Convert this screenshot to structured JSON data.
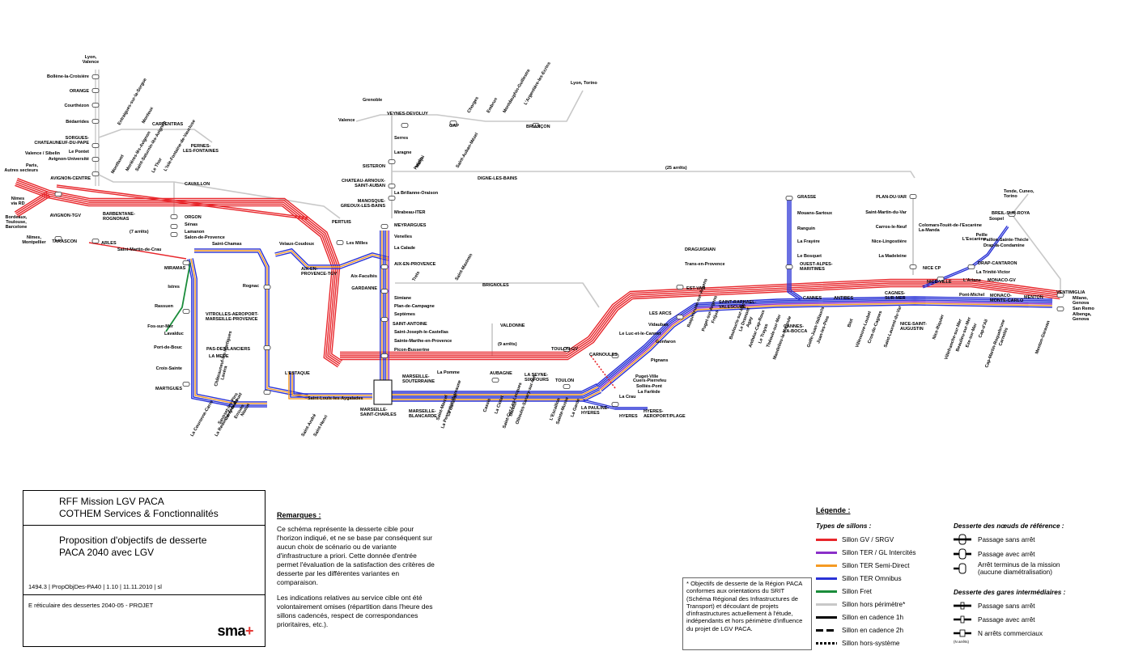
{
  "stations": {
    "lyon_valence": "Lyon,\nValence",
    "bollene": "Bollène-la-Croisière",
    "orange": "ORANGE",
    "courthezon": "Courthézon",
    "bedarrides": "Bédarrides",
    "sorgues": "SORGUES-\nCHATEAUNEUF-DU-PAPE",
    "le_pontet": "Le Pontet",
    "valence_sibelin": "Valence / Sibelin",
    "avignon_univ": "Avignon-Université",
    "paris": "Paris,\nAutres secteurs",
    "avignon_centre": "AVIGNON-CENTRE",
    "nimes_rd": "Nîmes\nvia RD",
    "bordeaux": "Bordeaux,\nToulouse,\nBarcelone",
    "nimes_mont": "Nîmes,\nMontpellier",
    "avignon_tgv": "AVIGNON-TGV",
    "tarascon": "TARASCON",
    "arles": "ARLES",
    "entraigues": "Entraigues-sur-la-Sorgue",
    "monteux": "Monteux",
    "carpentras": "CARPENTRAS",
    "pernes": "PERNES-\nLES-FONTAINES",
    "montfavet": "Montfavet",
    "morieres": "Morières-lès-Avignon",
    "st_saturnin": "Saint-Saturnin-lès-Avignon",
    "le_thor": "Le Thor",
    "lisle": "L'Isle-Fontaine-de-Vaucluse",
    "cavaillon": "CAVAILLON",
    "barbentane": "BARBENTANE-\nROGNONAS",
    "orgon": "ORGON",
    "senas": "Sénas",
    "lamanon": "Lamanon",
    "salon": "Salon-de-Provence",
    "st_martin_crau": "Saint-Martin-de-Crau",
    "sept_arrets": "(7 arrêts)",
    "pertuis": "PERTUIS",
    "miramas": "MIRAMAS",
    "istres": "Istres",
    "rassuen": "Rassuen",
    "fos": "Fos-sur-Mer",
    "lavalduc": "Lavalduc",
    "port_de_bouc": "Port-de-Bouc",
    "croix_ste": "Croix-Sainte",
    "martigues": "MARTIGUES",
    "st_chamas": "Saint-Chamas",
    "rognac": "Rognac",
    "vitrolles": "VITROLLES-AEROPORT-\nMARSEILLE-PROVENCE",
    "pas_des_lanciers": "PAS-DES-LANCIERS",
    "la_mede": "LA MEDE",
    "chateauneuf_mede": "Châteauneuf-les-Martigues",
    "lavera": "Lavéra",
    "sausset": "Sausset-les-Pins",
    "carry": "Carry-le-Rouet",
    "ensues": "Ensuès",
    "la_redonne": "La Redonne-Ensuès",
    "niolon": "Niolon",
    "la_couronne": "La Couronne-Carro",
    "velaux": "Velaux-Coudoux",
    "les_milles": "Les Milles",
    "aix_tgv": "AIX-EN-\nPROVENCE-TGV",
    "l_estaque": "L'ESTAQUE",
    "st_louis": "Saint-Louis-les-Aygalades",
    "st_andre": "Saint-André",
    "st_henri": "Saint-Henri",
    "st_antoine": "SAINT-ANTOINE",
    "marseille_st_charles": "MARSEILLE-\nSAINT-CHARLES",
    "marseille_souterraine": "MARSEILLE-\nSOUTERRAINE",
    "marseille_blancarde": "MARSEILLE-\nBLANCARDE",
    "grenoble": "Grenoble",
    "valence": "Valence",
    "veynes": "VEYNES-DEVOLUY",
    "gap": "GAP",
    "chorges": "Chorges",
    "embrun": "Embrun",
    "montdauphin": "Montdauphin-Guillestre",
    "largentiere": "L'Argentière-les-Ecrins",
    "briancon": "BRIANÇON",
    "lyon_torino": "Lyon, Torino",
    "serres": "Serres",
    "laragne": "Laragne",
    "sisteron": "SISTERON",
    "peipin": "Peipin",
    "chateau_arnoux": "CHATEAU-ARNOUX-\nSAINT-AUBAN",
    "la_brillanne": "La Brillanne-Oraison",
    "manosque": "MANOSQUE-\nGREOUX-LES-BAINS",
    "mirabeau": "Mirabeau-ITER",
    "meyrargues": "MEYRARGUES",
    "venelles": "Venelles",
    "la_calade": "La Calade",
    "aix_en_provence": "AIX-EN-PROVENCE",
    "aix_facultes": "Aix-Facultés",
    "gardanne": "GARDANNE",
    "simiane": "Simiane",
    "plan_campagne": "Plan-de-Campagne",
    "septemes": "Septèmes",
    "st_joseph": "Saint-Joseph-le-Castellas",
    "st_marthe": "Sainte-Marthe-en-Provence",
    "picon": "Picon-Busserine",
    "malijai": "Malijai",
    "st_auban_mezel": "Saint-Auban-Mézel",
    "digne": "DIGNE-LES-BAINS",
    "vingt_cinq_arrets": "(25 arrêts)",
    "trets": "Trets",
    "st_maximin": "Saint-Maximin",
    "brignoles": "BRIGNOLES",
    "valdonne": "VALDONNE",
    "neuf_arrets": "(9 arrêts)",
    "la_pomme": "La Pomme",
    "aubagne": "AUBAGNE",
    "la_penne": "La Penne-sur-Huveaune",
    "st_marcel": "Saint-Marcel",
    "la_barasse": "La Barasse",
    "cassis": "Cassis",
    "la_ciotat": "La Ciotat",
    "st_cyr": "Saint-Cyr-Les-Lecques",
    "bandol": "Bandol",
    "ollioules": "Ollioules-Sanary-sur-Mer",
    "la_seyne": "LA SEYNE-\nSIX-FOURS",
    "toulon": "TOULON",
    "l_escaillon": "L'Escaillon",
    "ste_musse": "Sainte-Musse",
    "la_garde": "La Garde",
    "la_pauline": "LA PAULINE-\nHYERES",
    "la_crau": "La Crau",
    "hyeres": "HYERES",
    "hyeres_aeroport": "HYERES-\nAEROPORT/PLAGE",
    "toulon_gv": "TOULON-GV",
    "carnoules": "CARNOULES",
    "puget_ville": "Puget-Ville",
    "cuers": "Cuers-Pierrefeu",
    "solliès": "Solliès-Pont",
    "la_farlède": "La Farlède",
    "pignans": "Pignans",
    "gonfaron": "Gonfaron",
    "le_luc": "Le Luc-et-le-Cannet",
    "vidauban": "Vidauban",
    "les_arcs": "LES ARCS",
    "draguignan": "DRAGUIGNAN",
    "trans": "Trans-en-Provence",
    "est_var": "EST-VAR",
    "roquebrune": "Roquebrune-sur-Argens",
    "puget_argens": "Puget-sur-Argens",
    "frejus": "Fréjus",
    "st_raphael": "SAINT-RAPHAEL-\nVALESCURE",
    "boulouris": "Boulouris-sur-Mer",
    "le_dramont": "Le Dramont",
    "agay": "Agay",
    "anthéor": "Anthéor-Cap-Roux",
    "le_trayas": "Le Trayas",
    "theoule": "Théoule-sur-Mer",
    "mandelieu": "Mandelieu-la-Napoule",
    "cannes_la_bocca": "CANNES-\nLA-BOCCA",
    "cannes": "CANNES",
    "golfe_juan": "Golfe-Juan-Vallauris",
    "juan_les_pins": "Juan-les-Pins",
    "antibes": "ANTIBES",
    "biot": "Biot",
    "villeneuve": "Villeneuve-Loubet",
    "cros_de_cagnes": "Cros-de-Cagnes",
    "cagnes": "CAGNES-\nSUR-MER",
    "st_laurent": "Saint-Laurent-du-Var",
    "nice_st_augustin": "NICE-SAINT-\nAUGUSTIN",
    "grasse": "GRASSE",
    "mouans": "Mouans-Sartoux",
    "ranguin": "Ranguin",
    "le_frayere": "La Frayère",
    "le_bosquet": "Le Bosquet",
    "ouest_alpes": "OUEST-ALPES-\nMARITIMES",
    "plan_du_var": "PLAN-DU-VAR",
    "st_martin_var": "Saint-Martin-du-Var",
    "carros": "Carros-le-Neuf",
    "colomars": "Colomars-\nLa-Manda",
    "nice_lingostiere": "Nice-Lingostière",
    "la_madeleine": "La Madeleine",
    "nice_cp": "NICE CP",
    "nice_ville": "NICE-VILLE",
    "nice_riquier": "Nice-Riquier",
    "villefranche": "Villefranche-sur-Mer",
    "beaulieu": "Beaulieu-sur-Mer",
    "eze": "Eze-sur-Mer",
    "cap_ail": "Cap-d'Ail",
    "monaco": "MONACO-\nMONTE-CARLO",
    "cap_martin": "Cap-Martin-Roquebrune",
    "carnoles": "Carnolès",
    "menton": "MENTON",
    "garavan": "Menton-Garavan",
    "ventimiglia": "VENTIMIGLIA",
    "milano": "Milano,\nGenova",
    "san_remo": "San Remo",
    "albenga": "Albenga,\nGenova",
    "pont_michel": "Pont-Michel",
    "monaco_gv": "MONACO-GV",
    "drap": "DRAP-CANTARON",
    "la_trinite": "La Trinité-Victor",
    "lescarene": "L'Escarène",
    "touet": "Touët-de-l'Escarène",
    "peille": "Peille",
    "sospel": "Sospel",
    "breil": "BREIL-SUR-ROYA",
    "tende": "Tende, Cuneo,\nTorino",
    "l_ariane": "L'Ariane",
    "pallion": "Paillon-Sainte-Thècle",
    "drap_condamine": "Drap-la-Condamine"
  },
  "title_block": {
    "line1": "RFF Mission LGV PACA",
    "line2": "COTHEM Services & Fonctionnalités",
    "line3": "Proposition d'objectifs de desserte",
    "line4": "PACA 2040 avec LGV",
    "ref": "1494.3 | PropObjDes-PA40 | 1.10 | 11.11.2010 | sl",
    "file": "E réticulaire des dessertes 2040-05 - PROJET",
    "logo": "sma"
  },
  "remarks": {
    "title": "Remarques :",
    "p1": "Ce schéma représente la desserte cible pour l'horizon indiqué, et ne se base par conséquent sur aucun choix de scénario ou de variante d'infrastructure a priori. Cette donnée d'entrée permet l'évaluation de la satisfaction des critères de desserte par les différentes variantes en comparaison.",
    "p2": "Les indications relatives au service cible ont été volontairement omises (répartition dans l'heure des sillons cadencés, respect de correspondances prioritaires, etc.)."
  },
  "note": "* Objectifs de desserte de la Région PACA conformes aux orientations du SRIT (Schéma Régional des Infrastructures de Transport) et découlant de projets d'infrastructures actuellement à l'étude, indépendants et hors périmètre d'influence du projet de LGV PACA.",
  "legend": {
    "title": "Légende :",
    "types_title": "Types de sillons :",
    "types": [
      {
        "label": "Sillon GV / SRGV",
        "color": "#e8262b"
      },
      {
        "label": "Sillon TER / GL Intercités",
        "color": "#8b2fc9"
      },
      {
        "label": "Sillon TER Semi-Direct",
        "color": "#f59a23"
      },
      {
        "label": "Sillon TER Omnibus",
        "color": "#2a33d6"
      },
      {
        "label": "Sillon Fret",
        "color": "#1a8c3a"
      },
      {
        "label": "Sillon hors périmètre*",
        "color": "#c8c8c8"
      },
      {
        "label": "Sillon en cadence 1h",
        "color": "#000000"
      },
      {
        "label": "Sillon en cadence 2h",
        "color": "#000000"
      },
      {
        "label": "Sillon hors-système",
        "color": "#000000"
      }
    ],
    "nodes_title": "Desserte des nœuds de référence :",
    "nodes": [
      {
        "label": "Passage sans arrêt"
      },
      {
        "label": "Passage avec arrêt"
      },
      {
        "label": "Arrêt terminus de la mission\n(aucune diamétralisation)"
      }
    ],
    "inter_title": "Desserte des gares intermédiaires :",
    "inter": [
      {
        "label": "Passage sans arrêt"
      },
      {
        "label": "Passage avec arrêt"
      },
      {
        "label": "N arrêts commerciaux",
        "sub": "(N arrêts)"
      }
    ]
  }
}
